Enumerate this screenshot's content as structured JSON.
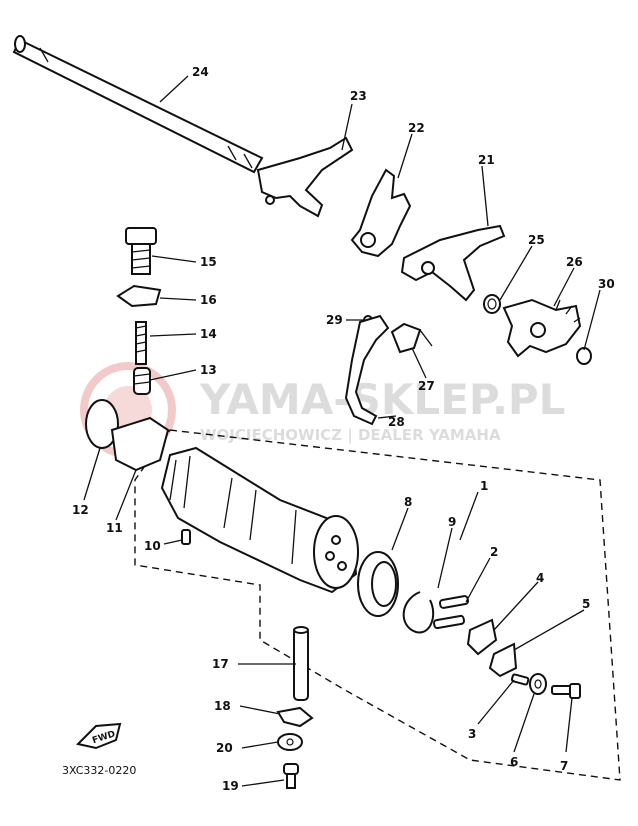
{
  "diagram": {
    "part_numbers": {
      "p1": "1",
      "p2": "2",
      "p3": "3",
      "p4": "4",
      "p5": "5",
      "p6": "6",
      "p7": "7",
      "p8": "8",
      "p9": "9",
      "p10": "10",
      "p11": "11",
      "p12": "12",
      "p13": "13",
      "p14": "14",
      "p15": "15",
      "p16": "16",
      "p17": "17",
      "p18": "18",
      "p19": "19",
      "p20": "20",
      "p21": "21",
      "p22": "22",
      "p23": "23",
      "p24": "24",
      "p25": "25",
      "p26": "26",
      "p27": "27",
      "p28": "28",
      "p29": "29",
      "p30": "30"
    },
    "fwd_label": "FWD",
    "figure_code": "3XC332-0220"
  },
  "watermark": {
    "title": "YAMA-SKLEP.PL",
    "subtitle": "WOJCIECHOWICZ | DEALER YAMAHA",
    "color": "#f2c8c8"
  }
}
